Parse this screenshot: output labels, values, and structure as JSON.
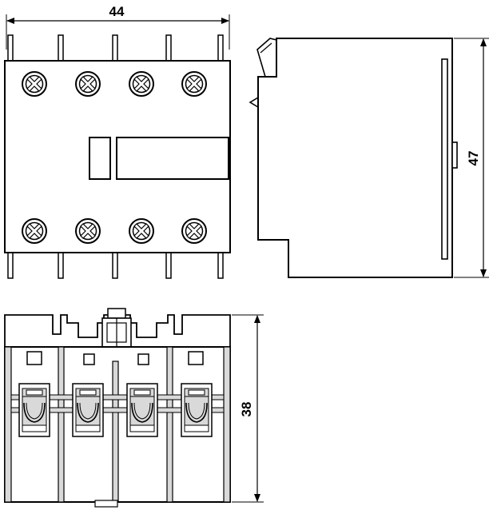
{
  "dimensions": {
    "width": "44",
    "height_side": "47",
    "depth_bottom": "38"
  },
  "colors": {
    "line": "#000000",
    "fill_gray": "#d9d9d9",
    "fill_white": "#ffffff"
  }
}
